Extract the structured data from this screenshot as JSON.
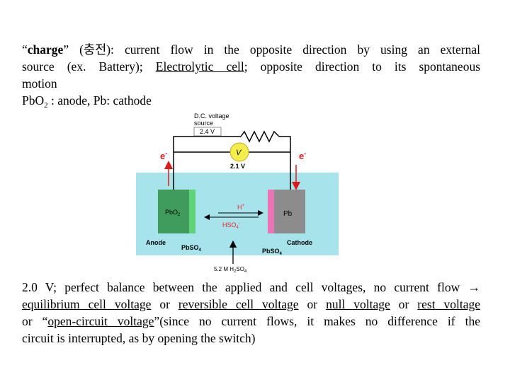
{
  "intro": {
    "charge_word": "charge",
    "korean_term": "충전",
    "line1_rest": "): current flow in the opposite direction by using an external",
    "line2_a": "source (ex. Battery);",
    "line2_link": "Electrolytic cell",
    "line2_b": "; opposite direction to its spontaneous",
    "line3": "motion",
    "line4_a": "PbO",
    "line4_sub": "2",
    "line4_b": " : anode, Pb: cathode"
  },
  "diagram": {
    "dc_source_line1": "D.C. voltage",
    "dc_source_line2": "source",
    "dc_voltage": "2.4 V",
    "meter_symbol": "V",
    "meter_reading": "2.1 V",
    "electron_left": "e",
    "electron_right": "e",
    "electron_sup": "-",
    "anode_electrode": "PbO",
    "anode_electrode_sub": "2",
    "cathode_electrode": "Pb",
    "ion_h": "H",
    "ion_h_sup": "+",
    "ion_hso4": "HSO",
    "ion_hso4_sub": "4",
    "ion_hso4_sup": "-",
    "anode_label": "Anode",
    "cathode_label": "Cathode",
    "pbso4_left": "PbSO",
    "pbso4_right": "PbSO",
    "pbso4_sub": "4",
    "electrolyte": "5.2 M H",
    "electrolyte_sub1": "2",
    "electrolyte_mid": "SO",
    "electrolyte_sub2": "4",
    "colors": {
      "solution": "#a6e3eb",
      "anode": "#3f9c5c",
      "anode_layer": "#5fd27a",
      "cathode": "#8c8c8c",
      "cathode_layer": "#ec74b6",
      "meter": "#f4ee4a",
      "electron": "#e01818",
      "ion": "#ff2020"
    }
  },
  "conclusion": {
    "l1": "2.0 V; perfect balance between the applied and cell voltages, no current flow",
    "arrow": "→",
    "t_equilibrium": "equilibrium cell voltage",
    "or1": " or ",
    "t_reversible": "reversible cell voltage",
    "or2": " or ",
    "t_null": "null voltage",
    "or3": " or ",
    "t_rest": "rest voltage",
    "l3_a": "or “",
    "t_open": "open-circuit voltage",
    "l3_b": "”(since no current flows, it makes no difference if the",
    "l4": "circuit is interrupted, as by opening the switch)"
  }
}
